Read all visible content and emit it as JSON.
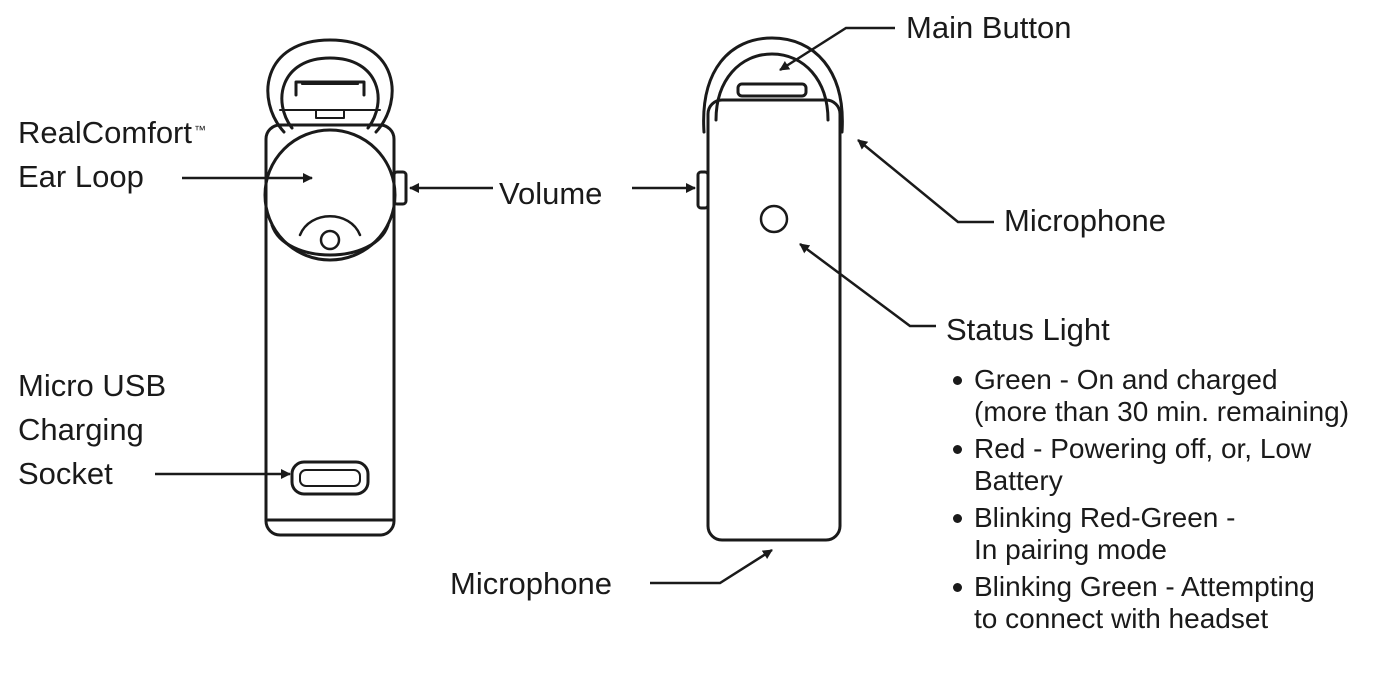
{
  "labels": {
    "ear_loop_line1": "RealComfort",
    "ear_loop_tm": "™",
    "ear_loop_line2": "Ear Loop",
    "usb_line1": "Micro USB",
    "usb_line2": "Charging",
    "usb_line3": "Socket",
    "volume": "Volume",
    "main_button": "Main Button",
    "microphone_right": "Microphone",
    "status_light": "Status Light",
    "microphone_bottom": "Microphone"
  },
  "status_items": [
    {
      "line1": "Green - On and charged",
      "line2": "(more than 30 min. remaining)"
    },
    {
      "line1": "Red - Powering off, or, Low",
      "line2": "Battery"
    },
    {
      "line1": "Blinking Red-Green -",
      "line2": "In pairing mode"
    },
    {
      "line1": "Blinking Green - Attempting",
      "line2": "to connect with headset"
    }
  ],
  "colors": {
    "stroke": "#1a1a1a",
    "background": "#ffffff"
  }
}
